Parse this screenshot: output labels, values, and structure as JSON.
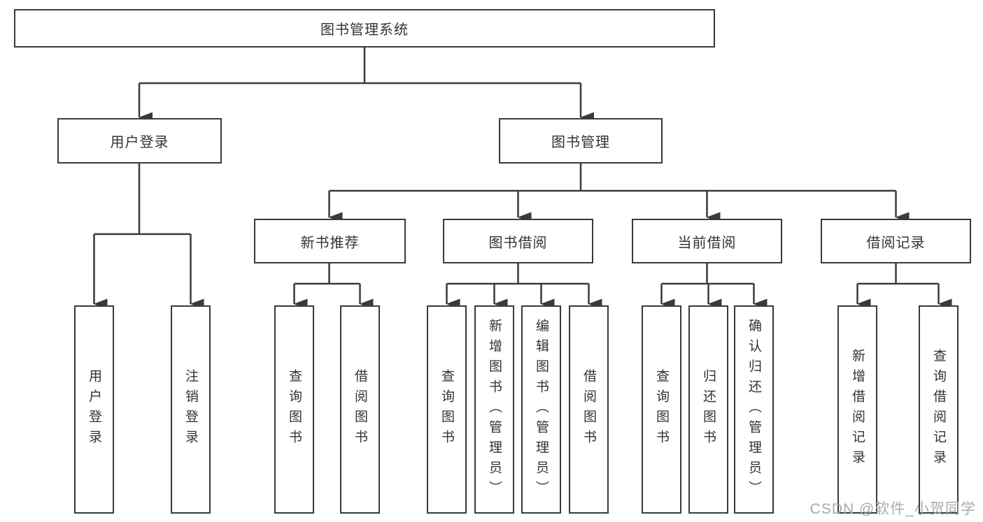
{
  "diagram": {
    "root": {
      "label": "图书管理系统"
    },
    "branches": {
      "user_login": {
        "label": "用户登录",
        "children": {
          "login": {
            "label": "用户登录"
          },
          "logout": {
            "label": "注销登录"
          }
        }
      },
      "book_management": {
        "label": "图书管理",
        "children": {
          "new_book_recommend": {
            "label": "新书推荐",
            "children": {
              "query_books": {
                "label": "查询图书"
              },
              "borrow_books": {
                "label": "借阅图书"
              }
            }
          },
          "book_borrowing": {
            "label": "图书借阅",
            "children": {
              "query_books": {
                "label": "查询图书"
              },
              "add_books_admin": {
                "label": "新增图书（管理员）"
              },
              "edit_books_admin": {
                "label": "编辑图书（管理员）"
              },
              "borrow_books": {
                "label": "借阅图书"
              }
            }
          },
          "current_borrowing": {
            "label": "当前借阅",
            "children": {
              "query_books": {
                "label": "查询图书"
              },
              "return_books": {
                "label": "归还图书"
              },
              "confirm_return_admin": {
                "label": "确认归还（管理员）"
              }
            }
          },
          "borrowing_records": {
            "label": "借阅记录",
            "children": {
              "add_borrow_record": {
                "label": "新增借阅记录"
              },
              "query_borrow_record": {
                "label": "查询借阅记录"
              }
            }
          }
        }
      }
    },
    "watermark": {
      "text": "CSDN @软件_小贺同学"
    },
    "colors": {
      "line": "#3a3a3a",
      "box_border": "#3a3a3a",
      "text": "#333333",
      "background": "#ffffff",
      "watermark": "#aaaaaa"
    }
  }
}
